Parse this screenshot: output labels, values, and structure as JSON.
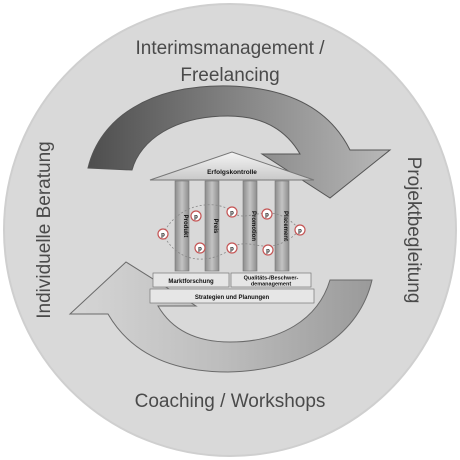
{
  "ring_labels": {
    "top_line1": "Interimsmanagement /",
    "top_line2": "Freelancing",
    "left": "Individuelle Beratung",
    "right": "Projektbegleitung",
    "bottom": "Coaching / Workshops"
  },
  "temple": {
    "roof": "Erfolgskontrolle",
    "pillars": [
      "Produkt",
      "Preis",
      "Promotion",
      "Placement"
    ],
    "base_left": "Marktforschung",
    "base_right_line1": "Qualitäts-/Beschwer-",
    "base_right_line2": "demanagement",
    "foundation": "Strategien und Planungen",
    "node_letter": "p"
  },
  "colors": {
    "circle": "#d9d9d9",
    "arrow_dark": "#5a5a5a",
    "arrow_light": "#bdbdbd",
    "pillar": "#a9a9a9",
    "node": "#e07a7a"
  }
}
